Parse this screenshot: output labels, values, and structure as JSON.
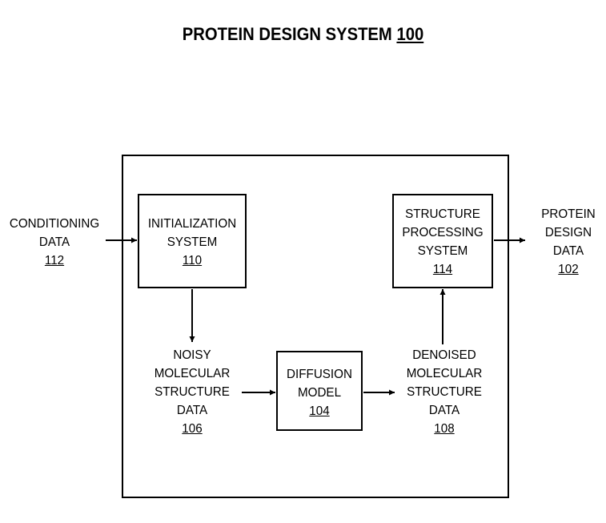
{
  "title": {
    "text": "PROTEIN DESIGN SYSTEM",
    "ref": "100"
  },
  "nodes": {
    "conditioning": {
      "lines": [
        "CONDITIONING",
        "DATA"
      ],
      "ref": "112"
    },
    "initialization": {
      "lines": [
        "INITIALIZATION",
        "SYSTEM"
      ],
      "ref": "110"
    },
    "noisy": {
      "lines": [
        "NOISY",
        "MOLECULAR",
        "STRUCTURE",
        "DATA"
      ],
      "ref": "106"
    },
    "diffusion": {
      "lines": [
        "DIFFUSION",
        "MODEL"
      ],
      "ref": "104"
    },
    "denoised": {
      "lines": [
        "DENOISED",
        "MOLECULAR",
        "STRUCTURE",
        "DATA"
      ],
      "ref": "108"
    },
    "processing": {
      "lines": [
        "STRUCTURE",
        "PROCESSING",
        "SYSTEM"
      ],
      "ref": "114"
    },
    "output": {
      "lines": [
        "PROTEIN",
        "DESIGN",
        "DATA"
      ],
      "ref": "102"
    }
  }
}
